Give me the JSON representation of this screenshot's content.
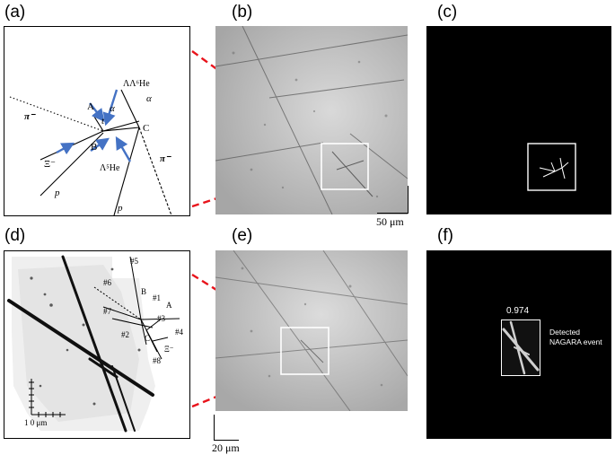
{
  "panel_labels": {
    "a": "(a)",
    "b": "(b)",
    "c": "(c)",
    "d": "(d)",
    "e": "(e)",
    "f": "(f)"
  },
  "panel_a": {
    "pi_minus_left": "π⁻",
    "pi_minus_right": "π⁻",
    "label_A": "A",
    "label_B": "B",
    "label_C": "C",
    "label_t": "t",
    "label_alpha_1": "α",
    "label_alpha_2": "α",
    "label_xi": "Ξ⁻",
    "label_p_1": "p",
    "label_p_2": "p",
    "double_lambda_he6": "ΛΛ⁶He",
    "lambda_he5": "Λ⁵He"
  },
  "panel_b": {
    "scalebar_label": "50 μm"
  },
  "panel_d": {
    "track_labels": [
      "#1",
      "#2",
      "#3",
      "#4",
      "#5",
      "#6",
      "#7",
      "#8"
    ],
    "label_A": "A",
    "label_B": "B",
    "label_C": "C",
    "label_xi": "Ξ⁻",
    "scalebar_label": "1 0 μm"
  },
  "panel_e": {
    "scalebar_label": "20 μm"
  },
  "panel_f": {
    "score": "0.974",
    "detected_line1": "Detected",
    "detected_line2": "NAGARA event"
  },
  "colors": {
    "dashed_red": "#e8131b",
    "arrow_blue": "#4472c4",
    "overlay_white": "#ffffff"
  }
}
